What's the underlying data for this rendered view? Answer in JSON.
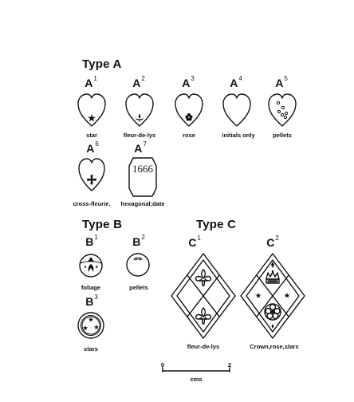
{
  "type_a": {
    "heading": "Type A",
    "items": [
      {
        "tag": "A",
        "sup": "1",
        "caption": "star"
      },
      {
        "tag": "A",
        "sup": "2",
        "caption": "fleur-de-lys"
      },
      {
        "tag": "A",
        "sup": "3",
        "caption": "rose"
      },
      {
        "tag": "A",
        "sup": "4",
        "caption": "initials only"
      },
      {
        "tag": "A",
        "sup": "5",
        "caption": "pellets"
      },
      {
        "tag": "A",
        "sup": "6",
        "caption": "cross-fleurie."
      },
      {
        "tag": "A",
        "sup": "7",
        "caption": "hexagonal;date"
      }
    ],
    "date_text": "1666"
  },
  "type_b": {
    "heading": "Type B",
    "items": [
      {
        "tag": "B",
        "sup": "1",
        "caption": "foliage"
      },
      {
        "tag": "B",
        "sup": "2",
        "caption": "pellets"
      },
      {
        "tag": "B",
        "sup": "3",
        "caption": "stars"
      }
    ]
  },
  "type_c": {
    "heading": "Type C",
    "items": [
      {
        "tag": "C",
        "sup": "1",
        "caption": "fleur-de-lys"
      },
      {
        "tag": "C",
        "sup": "2",
        "caption": "Crown,rose,stars"
      }
    ]
  },
  "scale": {
    "start": "0",
    "end": "2",
    "unit": "cms"
  }
}
